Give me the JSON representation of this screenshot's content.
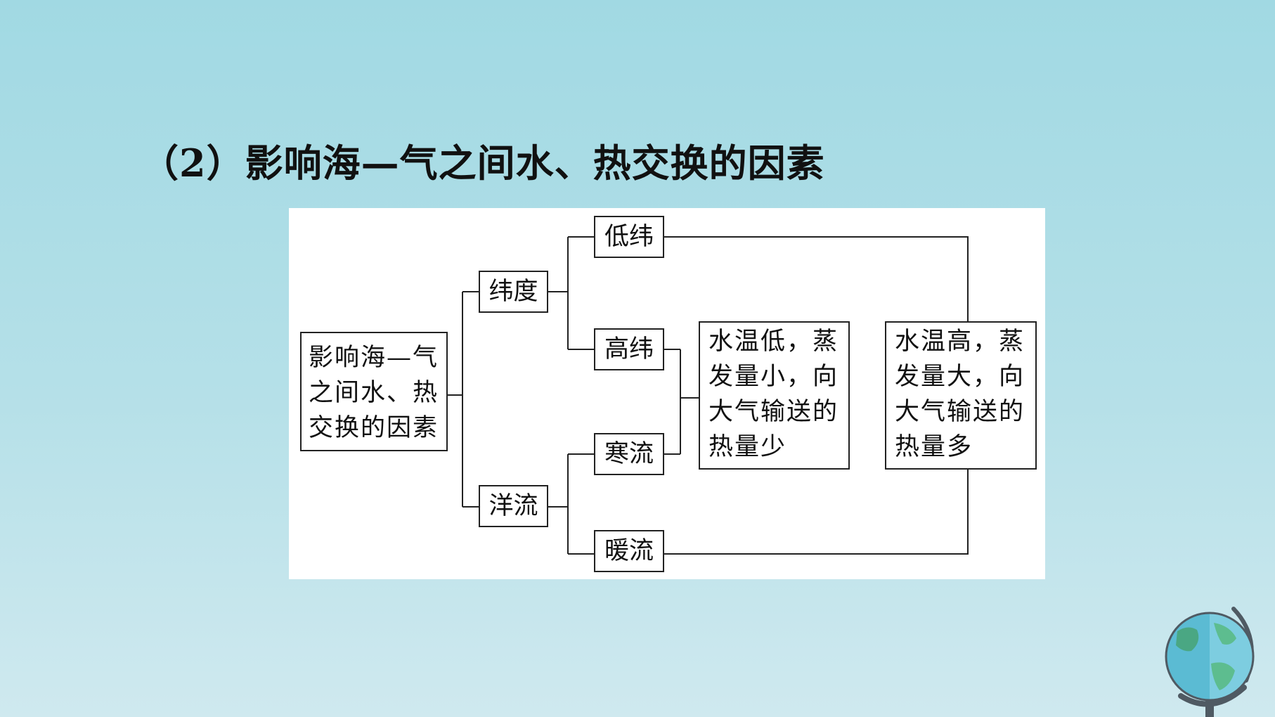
{
  "heading": "（2）影响海—气之间水、热交换的因素",
  "diagram": {
    "root": [
      "影响海—气",
      "之间水、热",
      "交换的因素"
    ],
    "latitude": "纬度",
    "current": "洋流",
    "low_latitude": "低纬",
    "high_latitude": "高纬",
    "cold_current": "寒流",
    "warm_current": "暖流",
    "result_low": [
      "水温低，蒸",
      "发量小，向",
      "大气输送的",
      "热量少"
    ],
    "result_high": [
      "水温高，蒸",
      "发量大，向",
      "大气输送的",
      "热量多"
    ]
  },
  "icons": {
    "decoration": "globe-icon"
  },
  "colors": {
    "background": "#a1d9e3",
    "panel": "#ffffff",
    "line": "#222222"
  }
}
